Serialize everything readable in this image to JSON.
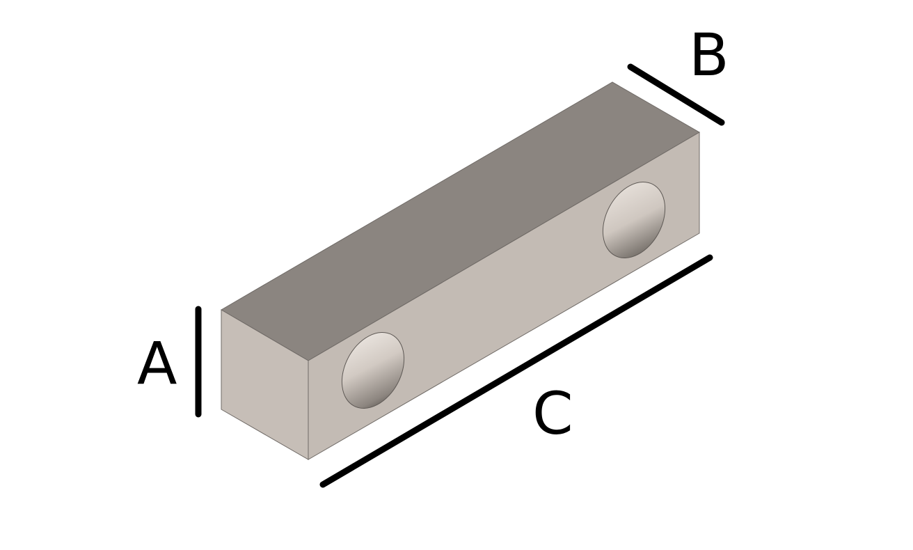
{
  "dimensions": {
    "height_label": "A",
    "width_label": "B",
    "length_label": "C"
  },
  "colors": {
    "top_face": "#8b8580",
    "front_face": "#c3bbb4",
    "end_face": "#c6beb7",
    "edge": "#6f6a66",
    "dimension_line": "#000000",
    "background": "#ffffff"
  },
  "part": {
    "hole_count": 2
  }
}
